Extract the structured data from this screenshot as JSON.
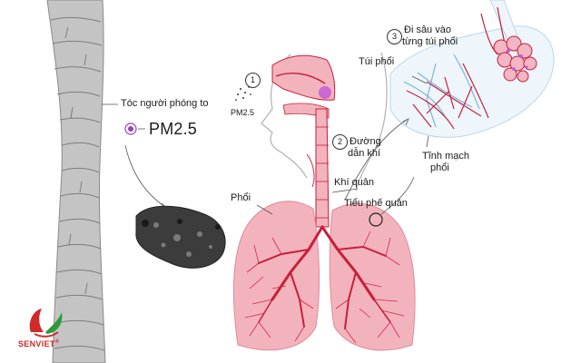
{
  "labels": {
    "hair": "Tóc người phóng to",
    "pm_big": "PM2.5",
    "pm_small": "PM2.5",
    "airway_line1": "Đường",
    "airway_line2": "dẫn khí",
    "trachea": "Khí quản",
    "lung": "Phổi",
    "bronchiole": "Tiểu phế quản",
    "vein_line1": "Tĩnh mạch",
    "vein_line2": "phổi",
    "alveoli": "Túi phổi",
    "deep_line1": "Đi sâu vào",
    "deep_line2": "từng túi phổi"
  },
  "steps": [
    "1",
    "2",
    "3"
  ],
  "logo": {
    "text": "SENVIET",
    "mark": "®"
  },
  "colors": {
    "lung_fill": "#f3b3bd",
    "vessel": "#c81e3a",
    "airway": "#e26a78",
    "hair": "#b8b8b8",
    "particle": "#3a3a3a",
    "pm_dot": "#9b3fb5",
    "blue_vessel": "#7fb4d8",
    "logo": "#d02a2a"
  }
}
